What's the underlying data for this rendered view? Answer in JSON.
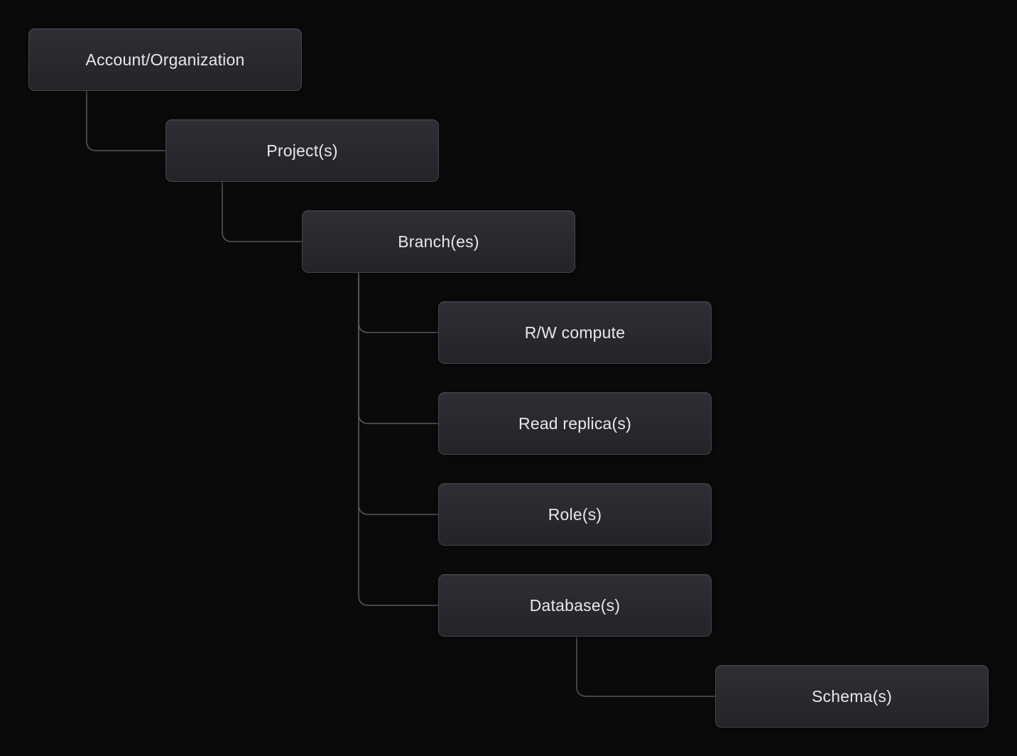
{
  "colors": {
    "background": "#0a0a0b",
    "node_fill_top": "#2d2f35",
    "node_fill_bottom": "#232428",
    "node_border": "#45474d",
    "node_text": "#e7e8ea",
    "connector": "#56595e"
  },
  "diagram": {
    "nodes": [
      {
        "id": "account-organization",
        "label": "Account/Organization"
      },
      {
        "id": "projects",
        "label": "Project(s)"
      },
      {
        "id": "branches",
        "label": "Branch(es)"
      },
      {
        "id": "rw-compute",
        "label": "R/W compute"
      },
      {
        "id": "read-replicas",
        "label": "Read replica(s)"
      },
      {
        "id": "roles",
        "label": "Role(s)"
      },
      {
        "id": "databases",
        "label": "Database(s)"
      },
      {
        "id": "schemas",
        "label": "Schema(s)"
      }
    ],
    "edges": [
      {
        "from": "account-organization",
        "to": "projects"
      },
      {
        "from": "projects",
        "to": "branches"
      },
      {
        "from": "branches",
        "to": "rw-compute"
      },
      {
        "from": "branches",
        "to": "read-replicas"
      },
      {
        "from": "branches",
        "to": "roles"
      },
      {
        "from": "branches",
        "to": "databases"
      },
      {
        "from": "databases",
        "to": "schemas"
      }
    ]
  }
}
